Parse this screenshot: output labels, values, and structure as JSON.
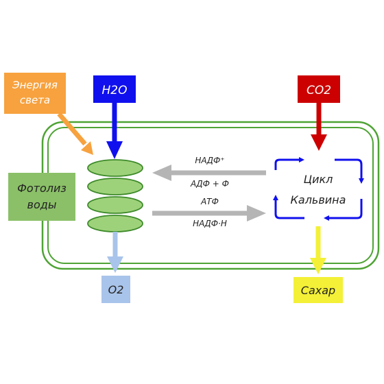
{
  "labels": {
    "light_energy": [
      "Энергия",
      "света"
    ],
    "water": "H2O",
    "carbon_dioxide": "CO2",
    "photolysis": [
      "Фотолиз",
      "воды"
    ],
    "oxygen": "O2",
    "sugar": "Сахар",
    "calvin_cycle": [
      "Цикл",
      "Кальвина"
    ],
    "nadp_plus": "НАДФ⁺",
    "adp_p": "АДФ + Ф",
    "atp": "АТФ",
    "nadph": "НАДФ·Н"
  },
  "colors": {
    "orange": "#f7a23e",
    "blue": "#1010ee",
    "red": "#cc0000",
    "green_box": "#8bc068",
    "membrane": "#4ea334",
    "thylakoid_fill": "#9ed27a",
    "thylakoid_stroke": "#3d8a2a",
    "light_blue": "#a9c4ea",
    "yellow": "#f3f037",
    "gray": "#b5b5b5"
  }
}
